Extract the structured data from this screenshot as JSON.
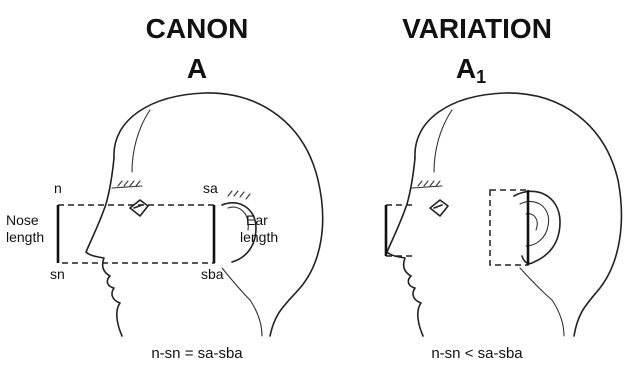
{
  "panels": [
    {
      "title": "CANON",
      "subtitle": "A",
      "labels": {
        "n": "n",
        "sa": "sa",
        "sn": "sn",
        "sba": "sba",
        "nose_length_1": "Nose",
        "nose_length_2": "length",
        "ear_length_1": "Ear",
        "ear_length_2": "length"
      },
      "caption": "n-sn = sa-sba"
    },
    {
      "title": "VARIATION",
      "subtitle": "A",
      "subtitle_sub": "1",
      "caption": "n-sn < sa-sba"
    }
  ]
}
